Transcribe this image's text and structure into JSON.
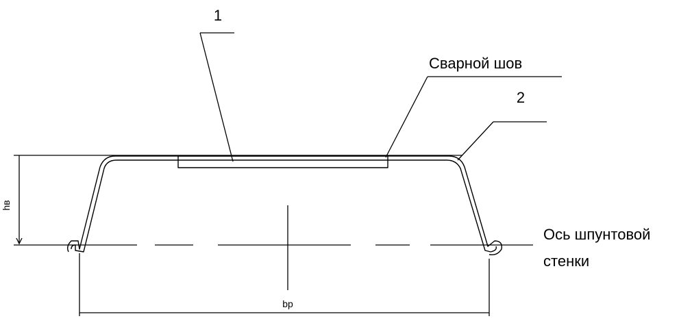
{
  "labels": {
    "callout_1": "1",
    "callout_2": "2",
    "weld_seam": "Сварной шов",
    "axis_line1": "Ось шпунтовой",
    "axis_line2": "стенки",
    "dim_height": "hв",
    "dim_width": "bp"
  },
  "colors": {
    "stroke": "#000000",
    "background": "#ffffff"
  }
}
